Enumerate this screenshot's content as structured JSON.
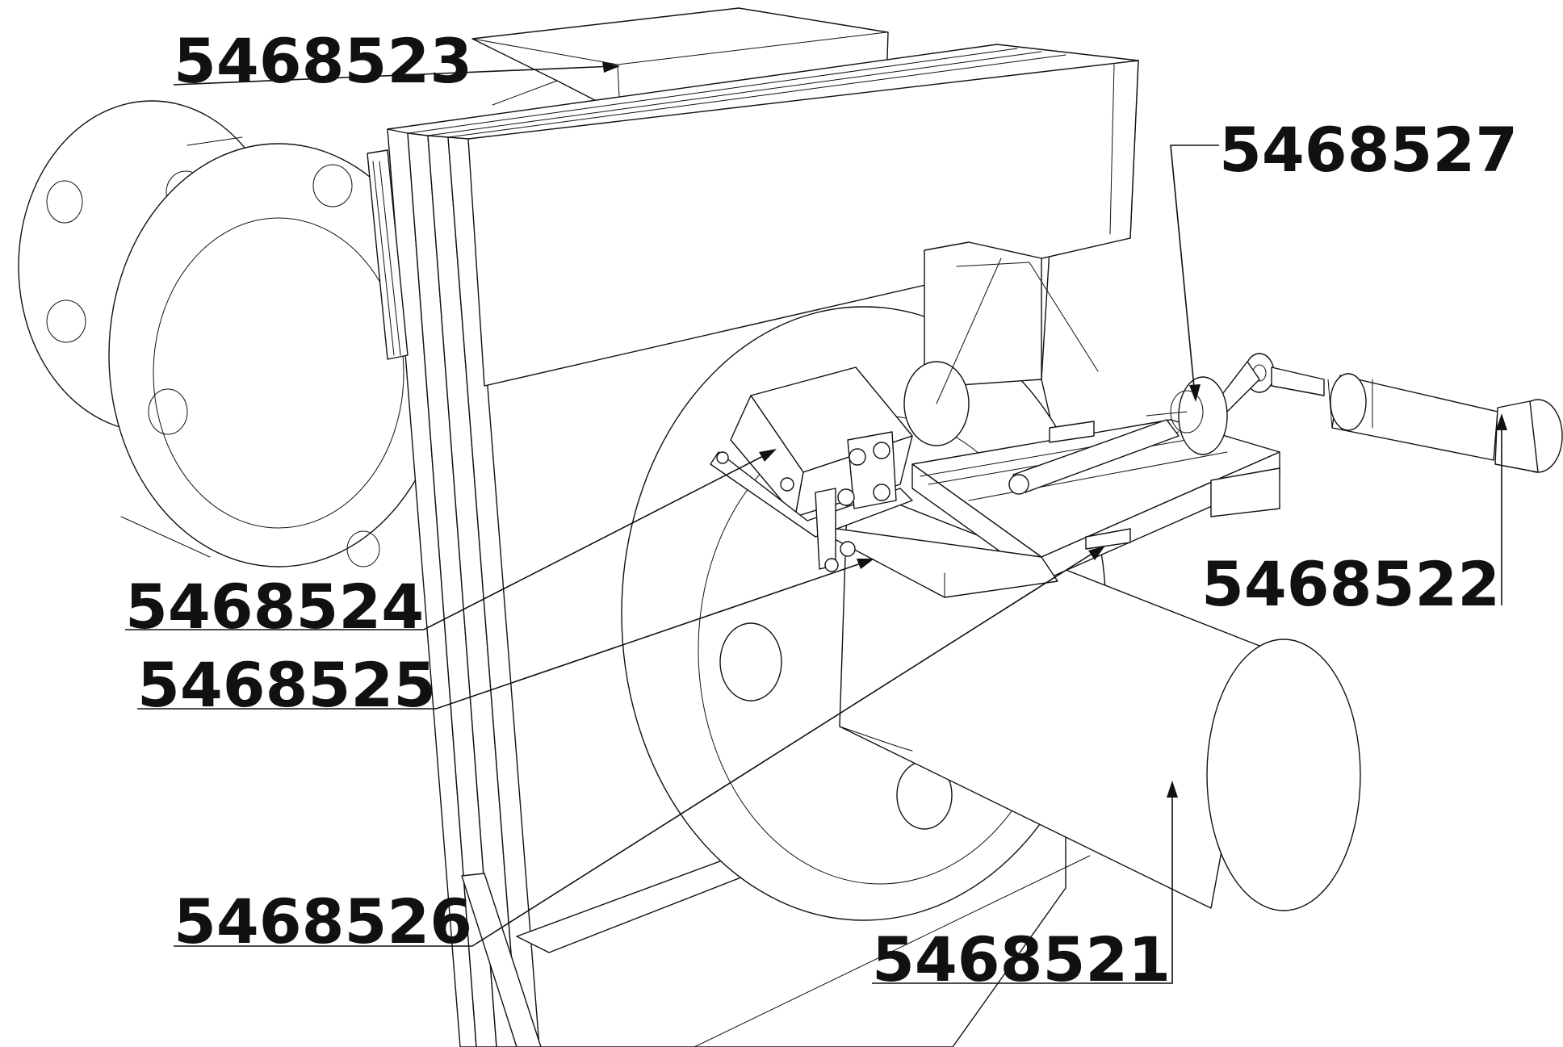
{
  "labels": {
    "label_5468521": "5468521",
    "label_5468522": "5468522",
    "label_5468523": "5468523",
    "label_5468524": "5468524",
    "label_5468525": "5468525",
    "label_5468526": "5468526",
    "label_5468527": "5468527"
  },
  "colors": {
    "ink": "#111111",
    "paper": "#ffffff"
  }
}
